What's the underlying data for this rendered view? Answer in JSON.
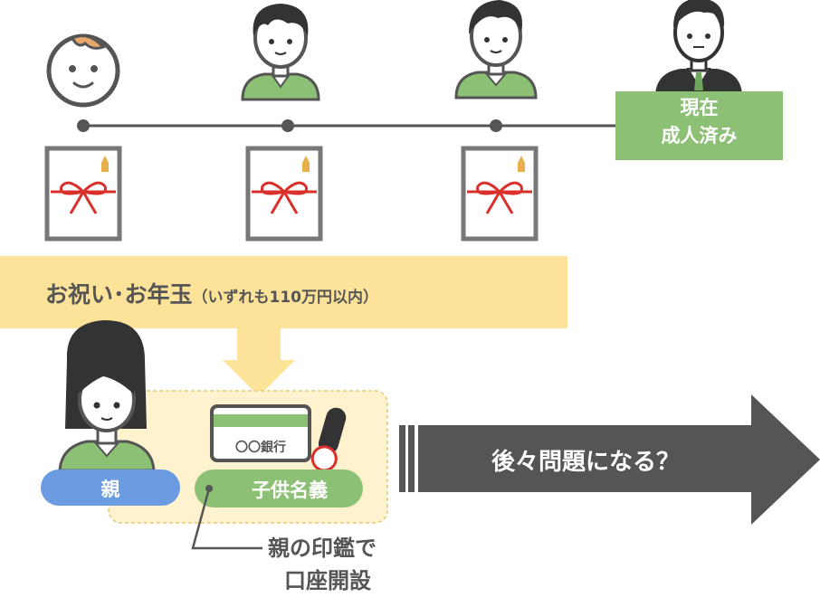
{
  "timeline": {
    "status_label": [
      "現在",
      "成人済み"
    ]
  },
  "gift_banner": {
    "main_text": "お祝い･お年玉",
    "sub_text": "（いずれも110万円以内）"
  },
  "bank_card": {
    "bank_name": "〇〇銀行"
  },
  "parent": {
    "label": "親"
  },
  "account": {
    "label": "子供名義",
    "note": [
      "親の印鑑で",
      "口座開設"
    ]
  },
  "result": {
    "label": "後々問題になる？"
  },
  "colors": {
    "green": "#8cc175",
    "green_dark": "#6fa85a",
    "blue": "#6b9be0",
    "yellow": "#fde39a",
    "yellow_light": "#fff2cf",
    "dark_gray": "#555555",
    "red": "#d9302c"
  }
}
